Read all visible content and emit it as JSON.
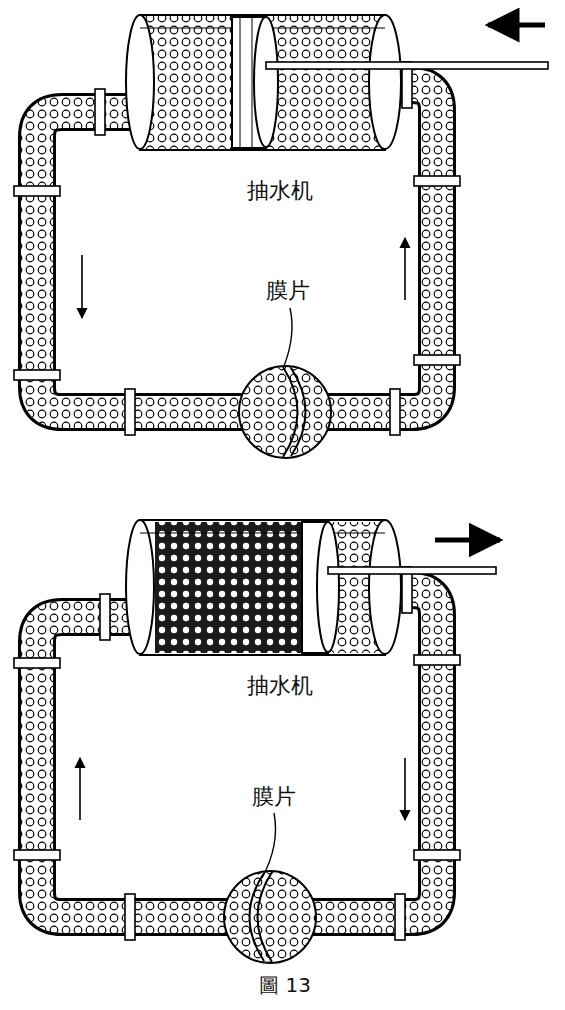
{
  "diagram": {
    "caption": "圖 13",
    "labels": [
      "抽水机",
      "膜片",
      "抽水机",
      "膜片"
    ]
  }
}
